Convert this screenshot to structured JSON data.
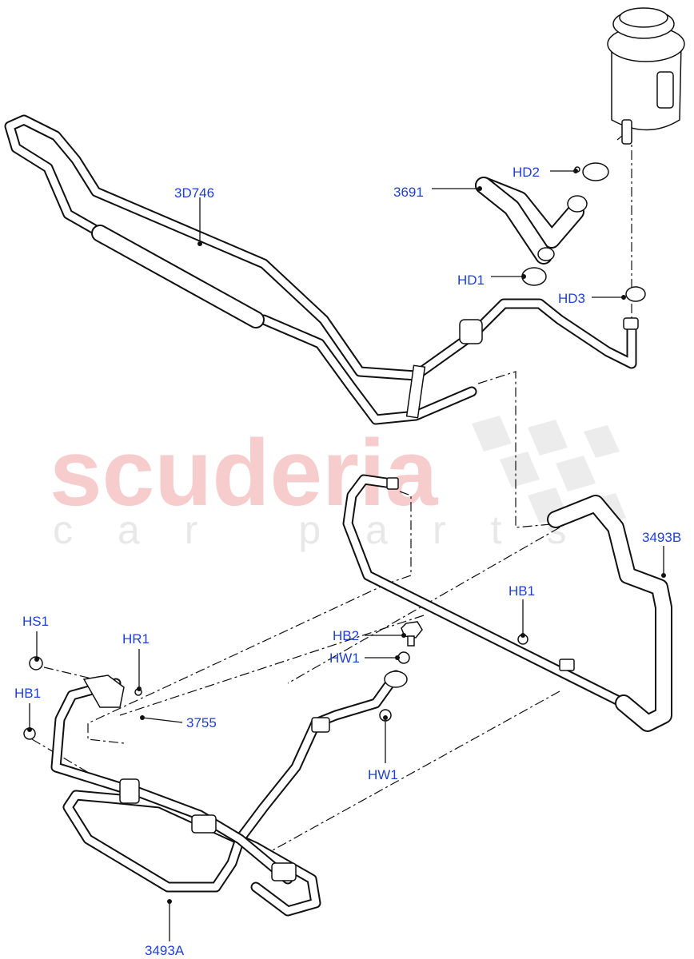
{
  "watermark": {
    "brand": "scuderia",
    "tagline": "car parts"
  },
  "labels": {
    "3D746": "3D746",
    "3691": "3691",
    "HD2": "HD2",
    "HD1": "HD1",
    "HD3": "HD3",
    "3493B": "3493B",
    "HB1_right": "HB1",
    "HB2": "HB2",
    "HW1_upper": "HW1",
    "HW1_lower": "HW1",
    "HS1": "HS1",
    "HR1": "HR1",
    "HB1_left": "HB1",
    "3755": "3755",
    "3493A": "3493A"
  },
  "colors": {
    "label": "#1f3fd6",
    "watermark_brand": "#f6cccc",
    "watermark_tagline": "#e8e8e8",
    "lines": "#111111"
  }
}
